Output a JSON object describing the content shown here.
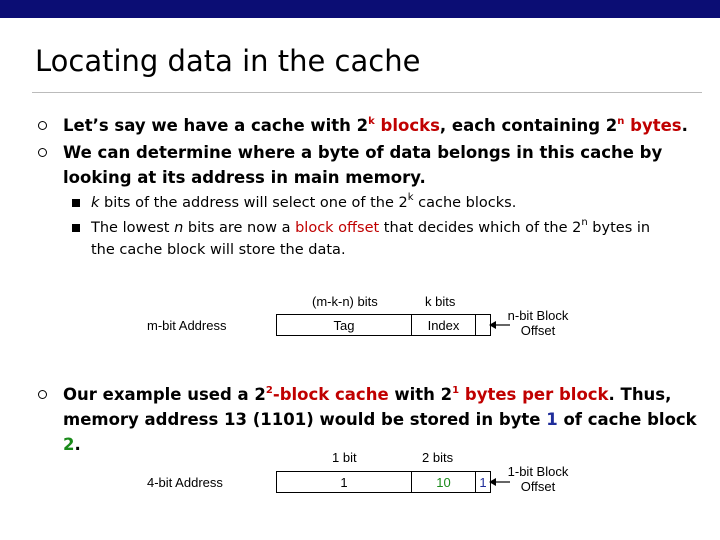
{
  "title": "Locating data in the cache",
  "bullets": {
    "b1": {
      "p1": "Let’s say we have a cache with 2",
      "s1": "k",
      "p2": " blocks",
      "p3": ", each containing 2",
      "s2": "n",
      "p4": " bytes",
      "p5": "."
    },
    "b2": "We can determine where a byte of data belongs in this cache by looking at its address in main memory.",
    "sub1": {
      "p1": "k",
      "p2": " bits of the address will select one of the 2",
      "s1": "k",
      "p3": " cache blocks."
    },
    "sub2": {
      "p1": "The lowest ",
      "p2": "n",
      "p3": " bits are now a ",
      "p4": "block offset",
      "p5": " that decides which of the 2",
      "s1": "n",
      "p6": " bytes in the cache block will store the data."
    },
    "b3": {
      "p1": "Our example used a 2",
      "s1": "2",
      "p2": "-block cache",
      "p3": " with 2",
      "s2": "1",
      "p4": " bytes per block",
      "p5": ". Thus, memory address 13 (1101) would be stored in byte ",
      "p6": "1",
      "p7": " of cache block ",
      "p8": "2",
      "p9": "."
    }
  },
  "diagram1": {
    "address_label": "m-bit Address",
    "tag_header": "(m-k-n) bits",
    "index_header": "k bits",
    "tag": "Tag",
    "index": "Index",
    "offset_label": "n-bit Block Offset"
  },
  "diagram2": {
    "address_label": "4-bit Address",
    "tag_header": "1 bit",
    "index_header": "2 bits",
    "tag_value": "1",
    "index_value": "10",
    "offset_value": "1",
    "offset_label": "1-bit Block Offset"
  },
  "colors": {
    "topbar": "#0b0d74",
    "accent_red": "#c00000",
    "accent_blue": "#1f2d9a",
    "accent_green": "#1a8a1a"
  }
}
